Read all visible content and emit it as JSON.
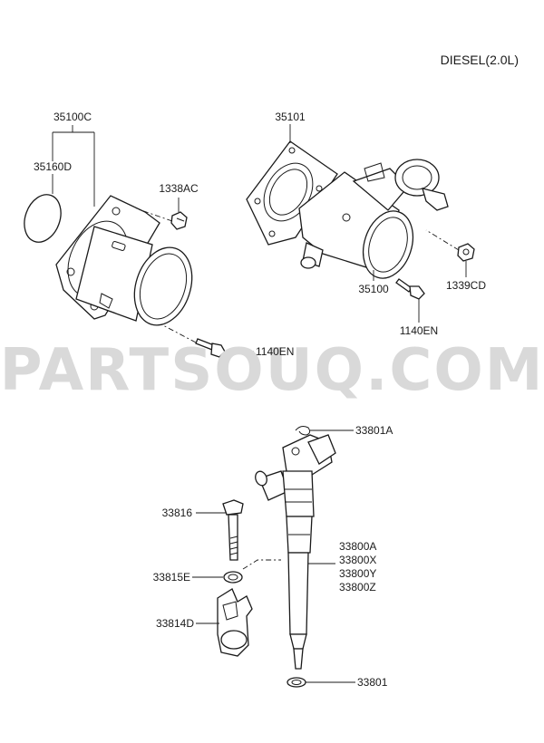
{
  "header": {
    "engine": "DIESEL(2.0L)"
  },
  "watermark": "PARTSOUQ.COM",
  "parts": {
    "p35100C": "35100C",
    "p35160D": "35160D",
    "p1338AC": "1338AC",
    "p35101": "35101",
    "p1339CD": "1339CD",
    "p35100": "35100",
    "p1140EN_right": "1140EN",
    "p1140EN_left": "1140EN",
    "p33801A": "33801A",
    "p33816": "33816",
    "p33815E": "33815E",
    "p33814D": "33814D",
    "p33800A": "33800A",
    "p33800X": "33800X",
    "p33800Y": "33800Y",
    "p33800Z": "33800Z",
    "p33801": "33801"
  }
}
